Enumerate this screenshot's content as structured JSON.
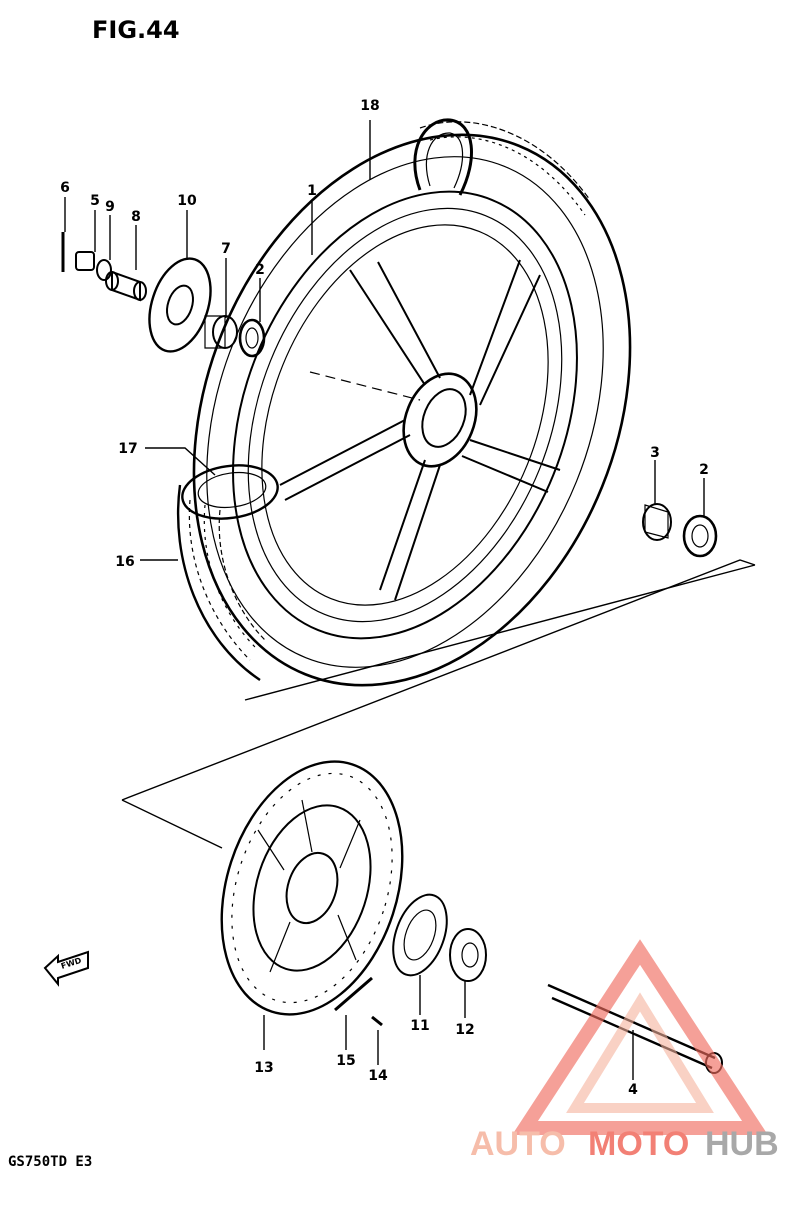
{
  "figure": {
    "title": "FIG.44",
    "model_code": "GS750TD E3"
  },
  "callouts": [
    "1",
    "2",
    "2",
    "3",
    "4",
    "5",
    "6",
    "7",
    "8",
    "9",
    "10",
    "11",
    "12",
    "13",
    "14",
    "15",
    "16",
    "17",
    "18"
  ],
  "direction_arrow": {
    "label": "FWD",
    "icon": "forward-arrow-icon"
  },
  "watermark": {
    "part_a": "AUTO",
    "part_b": "MOTO",
    "part_c": "HUB",
    "colors": {
      "auto": "#f5b29c",
      "moto": "#f06b5e",
      "hub": "#9a9a9a"
    }
  }
}
